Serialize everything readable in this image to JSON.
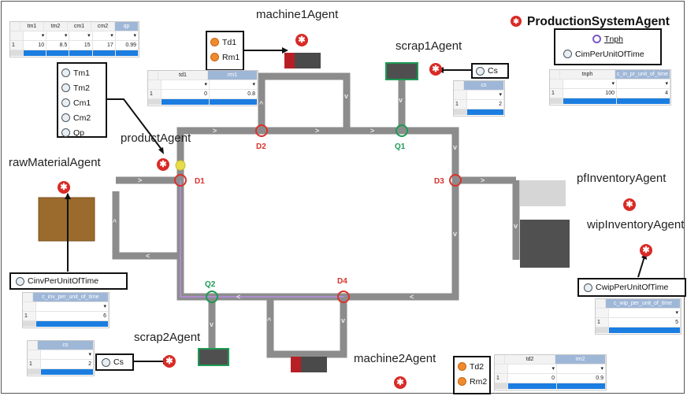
{
  "colors": {
    "conveyor": "#8c8c8c",
    "red_node": "#d9322b",
    "green_node": "#1d9a54",
    "agent": "#d92a26",
    "machine": "#b81f25",
    "raw_material": "#9a6b2c",
    "accent_blue": "#1b7de0"
  },
  "icons": {
    "agent": "person-in-circle-icon",
    "green_param": "gauge-icon",
    "orange_param": "sun-icon",
    "purple_param": "ring-icon"
  },
  "labels": {
    "machine1": "machine1Agent",
    "machine2": "machine2Agent",
    "scrap1": "scrap1Agent",
    "scrap2": "scrap2Agent",
    "product": "productAgent",
    "raw": "rawMaterialAgent",
    "pfinv": "pfInventoryAgent",
    "wipinv": "wipInventoryAgent",
    "psa": "ProductionSystemAgent"
  },
  "nodes": {
    "d1": "D1",
    "d2": "D2",
    "d3": "D3",
    "d4": "D4",
    "q1": "Q1",
    "q2": "Q2"
  },
  "params": {
    "m1": [
      "Td1",
      "Rm1"
    ],
    "m2": [
      "Td2",
      "Rm2"
    ],
    "scrap1": "Cs",
    "scrap2": "Cs",
    "product": [
      "Tm1",
      "Tm2",
      "Cm1",
      "Cm2",
      "Qp"
    ],
    "raw": "CinvPerUnitOfTime",
    "wip": "CwipPerUnitOfTime",
    "psa": [
      "Tnph",
      "CimPerUnitOfTime"
    ]
  },
  "tables": {
    "product": {
      "headers": [
        "tm1",
        "tm2",
        "cm1",
        "cm2",
        "qp"
      ],
      "index": "1",
      "values": [
        "10",
        "8.5",
        "15",
        "17",
        "0.99"
      ]
    },
    "m1": {
      "headers": [
        "td1",
        "rm1"
      ],
      "index": "1",
      "values": [
        "0",
        "0.8"
      ]
    },
    "scrap1": {
      "headers": [
        "cs"
      ],
      "index": "1",
      "values": [
        "2"
      ]
    },
    "psa": {
      "headers": [
        "tnph",
        "c_in_pr_unit_of_time"
      ],
      "index": "1",
      "values": [
        "100",
        "4"
      ]
    },
    "raw": {
      "headers": [
        "c_inv_per_unit_of_time"
      ],
      "index": "1",
      "values": [
        "6"
      ]
    },
    "scrap2": {
      "headers": [
        "cs"
      ],
      "index": "1",
      "values": [
        "2"
      ]
    },
    "wip": {
      "headers": [
        "c_wip_per_unit_of_time"
      ],
      "index": "1",
      "values": [
        "5"
      ]
    },
    "m2": {
      "headers": [
        "td2",
        "rm2"
      ],
      "index": "1",
      "values": [
        "0",
        "0.9"
      ]
    }
  }
}
